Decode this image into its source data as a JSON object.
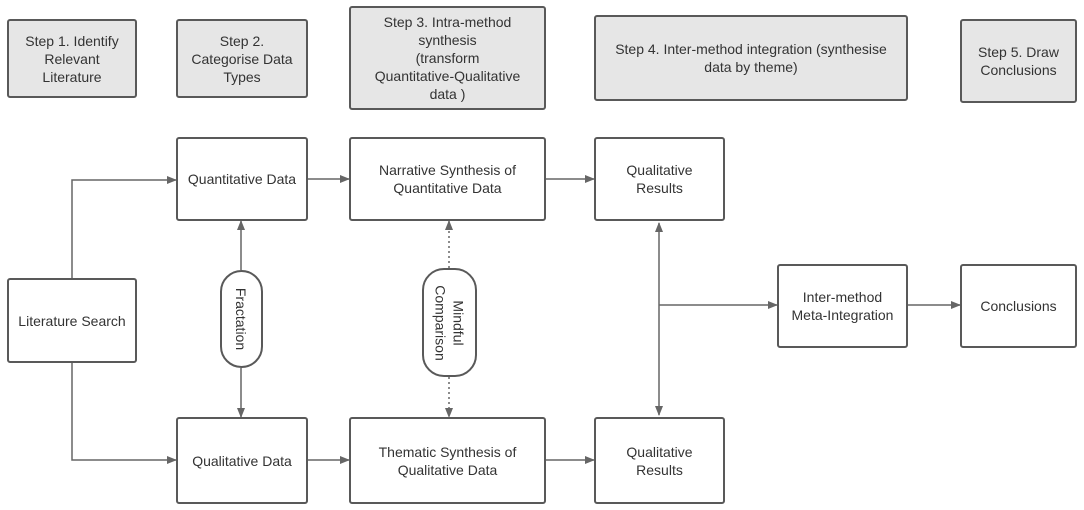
{
  "steps": {
    "s1": "Step 1. Identify\nRelevant\nLiterature",
    "s2": "Step 2.\nCategorise Data\nTypes",
    "s3": "Step 3.  Intra-method\nsynthesis\n(transform\nQuantitative-Qualitative\ndata )",
    "s4": "Step 4. Inter-method integration (synthesise\ndata by theme)",
    "s5": "Step 5. Draw\nConclusions"
  },
  "nodes": {
    "literature_search": "Literature Search",
    "quantitative_data": "Quantitative Data",
    "qualitative_data": "Qualitative Data",
    "narrative_synthesis": "Narrative Synthesis of\nQuantitative Data",
    "thematic_synthesis": "Thematic Synthesis of\nQualitative Data",
    "qual_results_top": "Qualitative\nResults",
    "qual_results_bottom": "Qualitative\nResults",
    "inter_method": "Inter-method\nMeta-Integration",
    "conclusions": "Conclusions"
  },
  "connectors": {
    "fractation": "Fractation",
    "mindful_comparison": "Mindful\nComparison"
  },
  "colors": {
    "border": "#595959",
    "step_fill": "#e6e6e6",
    "arrow": "#666666"
  }
}
